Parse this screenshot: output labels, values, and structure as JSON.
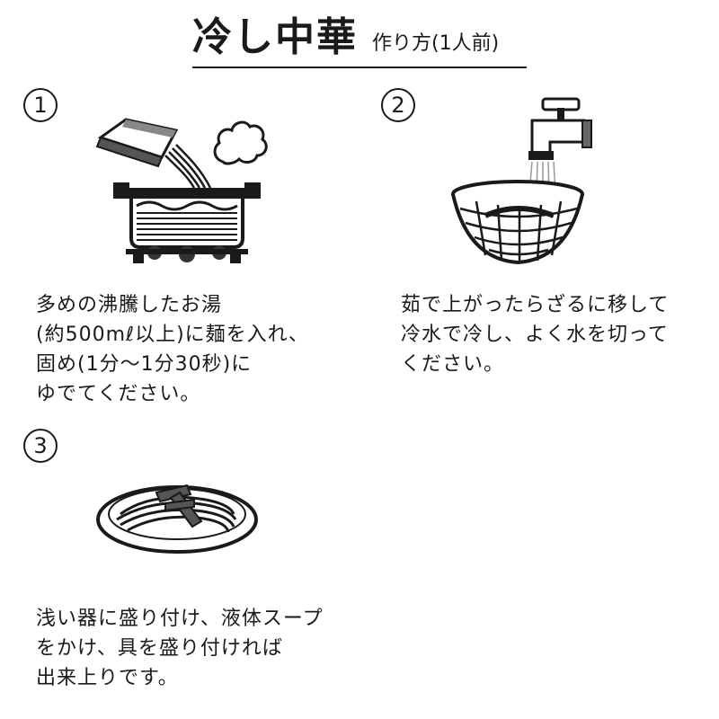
{
  "header": {
    "title": "冷し中華",
    "subtitle": "作り方(1人前)"
  },
  "steps": [
    {
      "number": "1",
      "lines": [
        "多めの沸騰したお湯",
        "(約500mℓ以上)に麺を入れ、",
        "固め(1分～1分30秒)に",
        "ゆでてください。"
      ]
    },
    {
      "number": "2",
      "lines": [
        "茹で上がったらざるに移して",
        "冷水で冷し、よく水を切って",
        "ください。"
      ]
    },
    {
      "number": "3",
      "lines": [
        "浅い器に盛り付け、液体スープ",
        "をかけ、具を盛り付ければ",
        "出来上りです。"
      ]
    }
  ]
}
